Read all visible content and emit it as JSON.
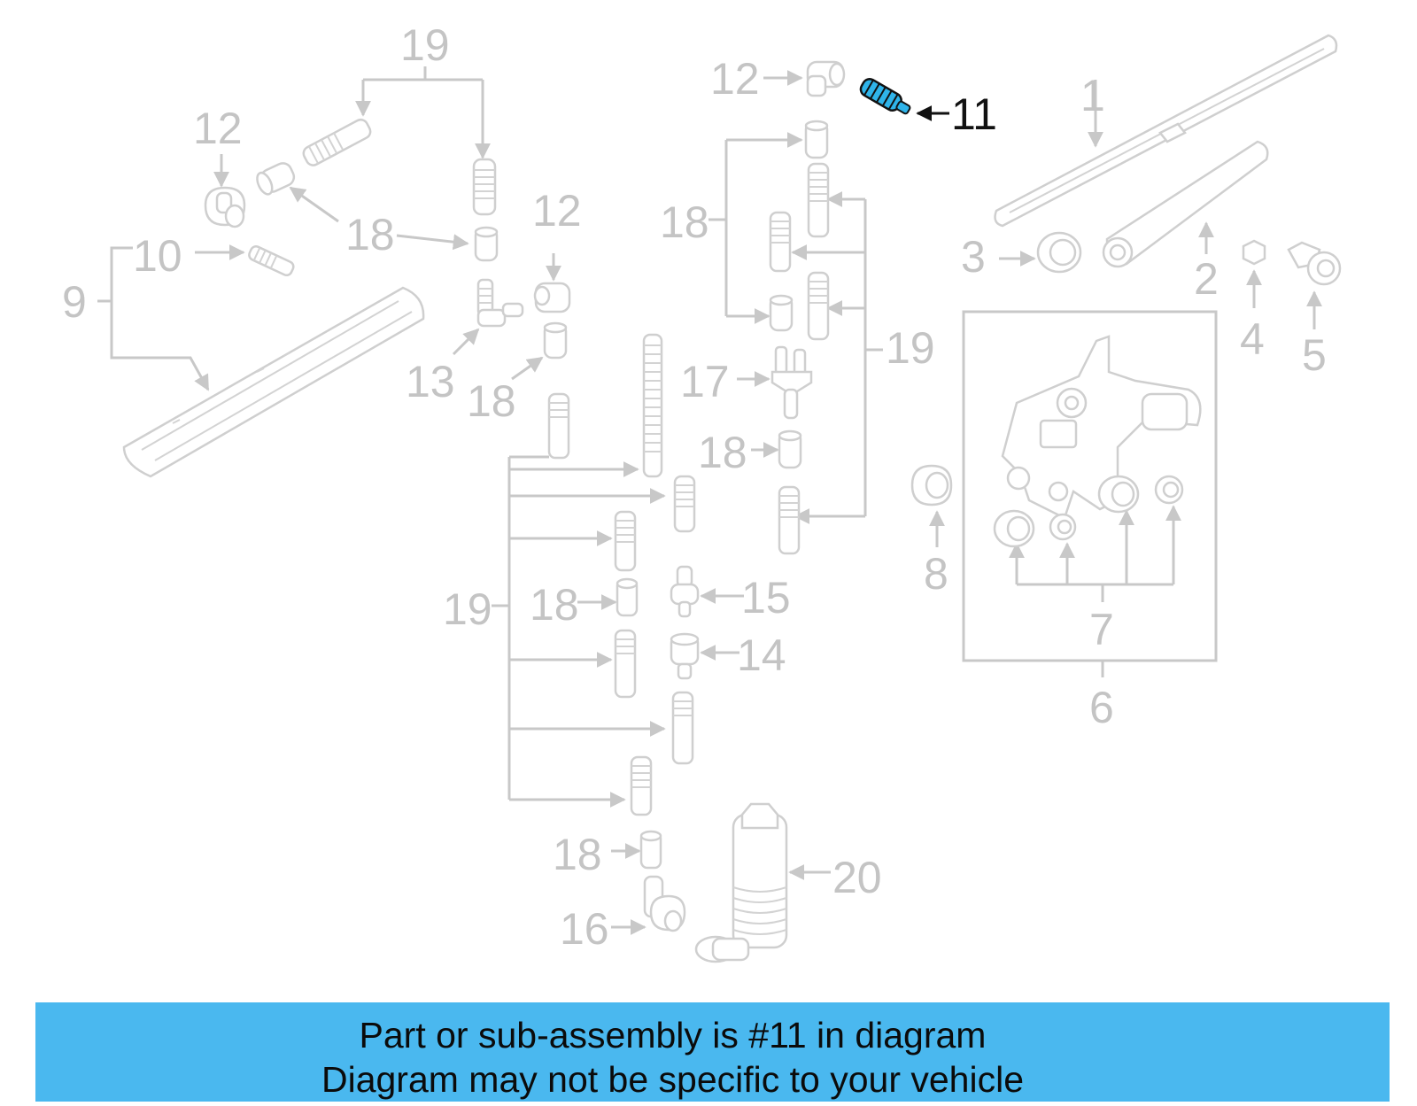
{
  "diagram": {
    "callouts": {
      "c1": "1",
      "c2": "2",
      "c3": "3",
      "c4": "4",
      "c5": "5",
      "c6": "6",
      "c7": "7",
      "c8": "8",
      "c9": "9",
      "c10": "10",
      "c11": "11",
      "c12a": "12",
      "c12b": "12",
      "c12c": "12",
      "c13": "13",
      "c14": "14",
      "c15": "15",
      "c16": "16",
      "c17": "17",
      "c18a": "18",
      "c18b": "18",
      "c18c": "18",
      "c18d": "18",
      "c18e": "18",
      "c18f": "18",
      "c19a": "19",
      "c19b": "19",
      "c19c": "19",
      "c20": "20"
    },
    "highlighted_part": "11",
    "colors": {
      "highlight": "#2fb4ea",
      "banner": "#4ab8ef",
      "faded_parts": "#c8c8c8"
    }
  },
  "banner": {
    "line1": "Part or sub-assembly is #11 in diagram",
    "line2": "Diagram may not be specific to your vehicle"
  }
}
